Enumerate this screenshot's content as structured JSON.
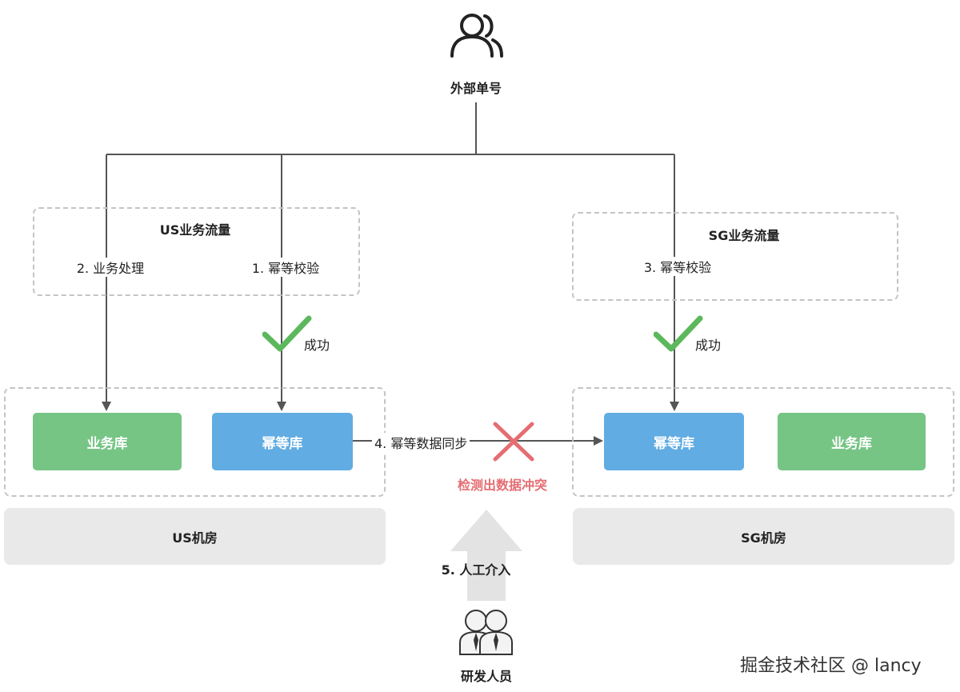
{
  "top": {
    "label": "外部单号",
    "icon": "user-group-icon"
  },
  "us": {
    "traffic_title": "US业务流量",
    "step2": "2. 业务处理",
    "step1": "1. 幂等校验",
    "success": "成功",
    "biz_db": "业务库",
    "idem_db": "幂等库",
    "room": "US机房"
  },
  "sg": {
    "traffic_title": "SG业务流量",
    "step3": "3. 幂等校验",
    "success": "成功",
    "idem_db": "幂等库",
    "biz_db": "业务库",
    "room": "SG机房"
  },
  "sync": {
    "step4": "4. 幂等数据同步",
    "conflict": "检测出数据冲突"
  },
  "manual": {
    "step5": "5. 人工介入",
    "devs": "研发人员",
    "icon": "developers-icon"
  },
  "watermark": "掘金技术社区 @ lancy",
  "colors": {
    "green": "#76c585",
    "blue": "#61ace2",
    "red_cross": "#e56d72",
    "check": "#5cb85c",
    "arrow": "#555555"
  }
}
